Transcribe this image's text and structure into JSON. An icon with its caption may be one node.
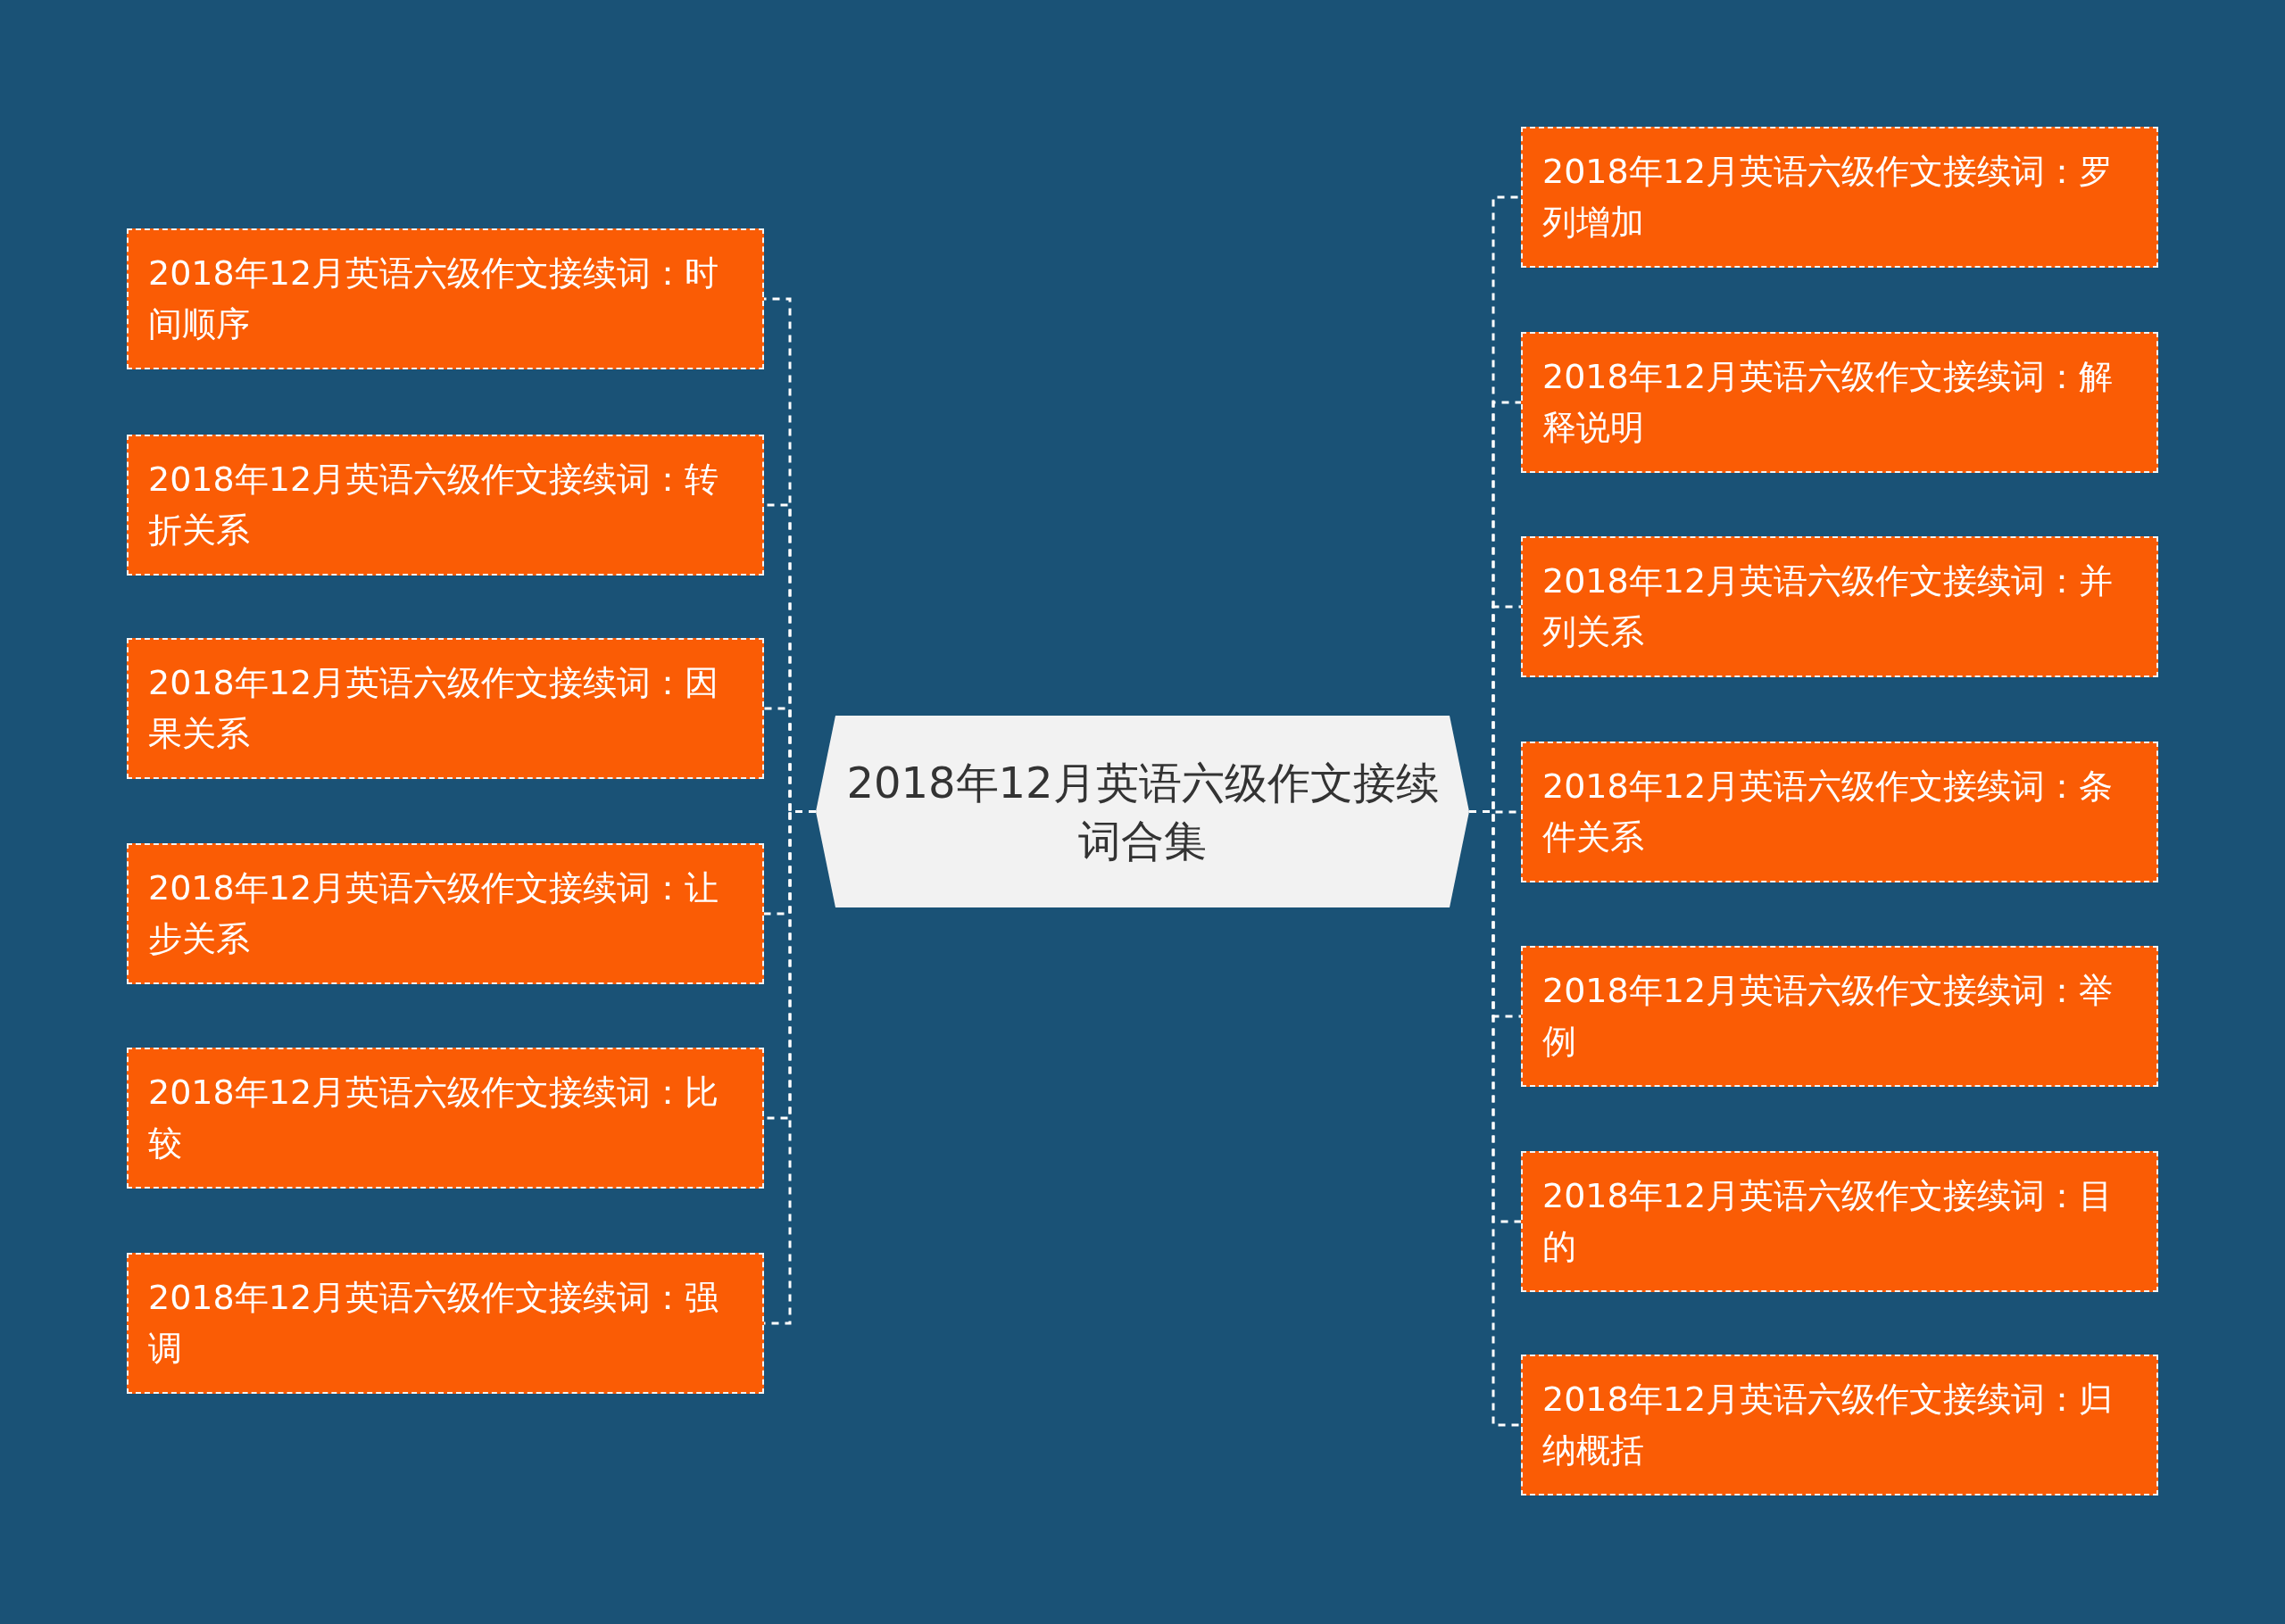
{
  "diagram": {
    "nodes": [
      {
        "text": [
          "2018年12月英语六级作文接续词合集"
        ]
      },
      {
        "text": [
          "2018年12月英语六级作文接续词：时间顺序"
        ]
      },
      {
        "text": [
          "2018年12月英语六级作文接续词：转折关系"
        ]
      },
      {
        "text": [
          "2018年12月英语六级作文接续词：因果关系"
        ]
      },
      {
        "text": [
          "2018年12月英语六级作文接续词：让步关系"
        ]
      },
      {
        "text": [
          "2018年12月英语六级作文接续词：比较"
        ]
      },
      {
        "text": [
          "2018年12月英语六级作文接续词：强调"
        ]
      },
      {
        "text": [
          "2018年12月英语六级作文接续词：罗列增加"
        ]
      },
      {
        "text": [
          "2018年12月英语六级作文接续词：解释说明"
        ]
      },
      {
        "text": [
          "2018年12月英语六级作文接续词：并列关系"
        ]
      },
      {
        "text": [
          "2018年12月英语六级作文接续词：条件关系"
        ]
      },
      {
        "text": [
          "2018年12月英语六级作文接续词：举例"
        ]
      },
      {
        "text": [
          "2018年12月英语六级作文接续词：目的"
        ]
      },
      {
        "text": [
          "2018年12月英语六级作文接续词：归纳概括"
        ]
      }
    ],
    "edges": [
      {
        "from": 0,
        "to": 1,
        "arrow": "none",
        "style": "dashed"
      },
      {
        "from": 0,
        "to": 2,
        "arrow": "none",
        "style": "dashed"
      },
      {
        "from": 0,
        "to": 3,
        "arrow": "none",
        "style": "dashed"
      },
      {
        "from": 0,
        "to": 4,
        "arrow": "none",
        "style": "dashed"
      },
      {
        "from": 0,
        "to": 5,
        "arrow": "none",
        "style": "dashed"
      },
      {
        "from": 0,
        "to": 6,
        "arrow": "none",
        "style": "dashed"
      },
      {
        "from": 0,
        "to": 7,
        "arrow": "none",
        "style": "dashed"
      },
      {
        "from": 0,
        "to": 8,
        "arrow": "none",
        "style": "dashed"
      },
      {
        "from": 0,
        "to": 9,
        "arrow": "none",
        "style": "dashed"
      },
      {
        "from": 0,
        "to": 10,
        "arrow": "none",
        "style": "dashed"
      },
      {
        "from": 0,
        "to": 11,
        "arrow": "none",
        "style": "dashed"
      },
      {
        "from": 0,
        "to": 12,
        "arrow": "none",
        "style": "dashed"
      },
      {
        "from": 0,
        "to": 13,
        "arrow": "none",
        "style": "dashed"
      }
    ]
  }
}
